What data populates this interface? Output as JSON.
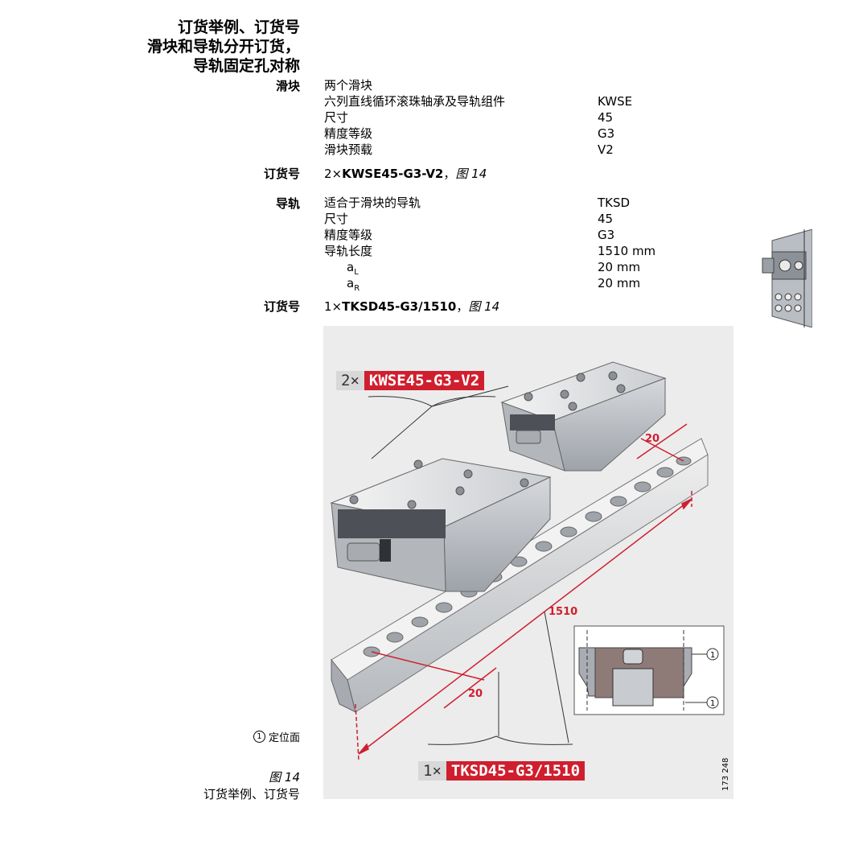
{
  "heading": {
    "line1": "订货举例、订货号",
    "line2": "滑块和导轨分开订货，",
    "line3": "导轨固定孔对称"
  },
  "carriage": {
    "label": "滑块",
    "rows": [
      {
        "desc": "两个滑块",
        "value": ""
      },
      {
        "desc": "六列直线循环滚珠轴承及导轨组件",
        "value": "KWSE"
      },
      {
        "desc": "尺寸",
        "value": "45"
      },
      {
        "desc": "精度等级",
        "value": "G3"
      },
      {
        "desc": "滑块预载",
        "value": "V2"
      }
    ]
  },
  "order1": {
    "label": "订货号",
    "qty": "2×",
    "code": "KWSE45-G3-V2",
    "sep": "，",
    "fig": "图 14"
  },
  "rail": {
    "label": "导轨",
    "rows": [
      {
        "desc": "适合于滑块的导轨",
        "value": "TKSD"
      },
      {
        "desc": "尺寸",
        "value": "45"
      },
      {
        "desc": "精度等级",
        "value": "G3"
      },
      {
        "desc": "导轨长度",
        "value": "1510 mm"
      }
    ],
    "aL": {
      "sym": "a",
      "sub": "L",
      "value": "20 mm"
    },
    "aR": {
      "sym": "a",
      "sub": "R",
      "value": "20 mm"
    }
  },
  "order2": {
    "label": "订货号",
    "qty": "1×",
    "code": "TKSD45-G3/1510",
    "sep": "，",
    "fig": "图 14"
  },
  "figure": {
    "callout_top_qty": "2×",
    "callout_top_code": "KWSE45-G3-V2",
    "callout_bottom_qty": "1×",
    "callout_bottom_code": "TKSD45-G3/1510",
    "dim_length": "1510",
    "dim_left": "20",
    "dim_right": "20",
    "marker": "1",
    "image_no": "173 248"
  },
  "legend": {
    "marker": "1",
    "text": "定位面"
  },
  "caption": {
    "fig": "图 14",
    "text": "订货举例、订货号"
  },
  "colors": {
    "accent": "#cf1f2e",
    "figure_bg": "#ececec"
  }
}
